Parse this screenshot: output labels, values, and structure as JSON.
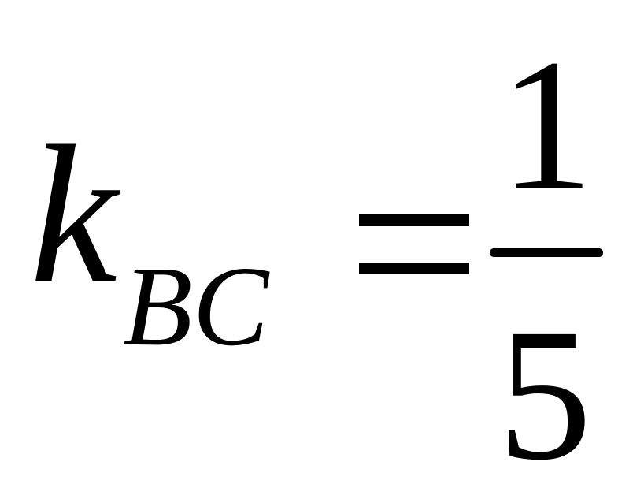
{
  "formula": {
    "variable": "k",
    "subscript": "BC",
    "relation": "=",
    "numerator": "1",
    "denominator": "5"
  }
}
